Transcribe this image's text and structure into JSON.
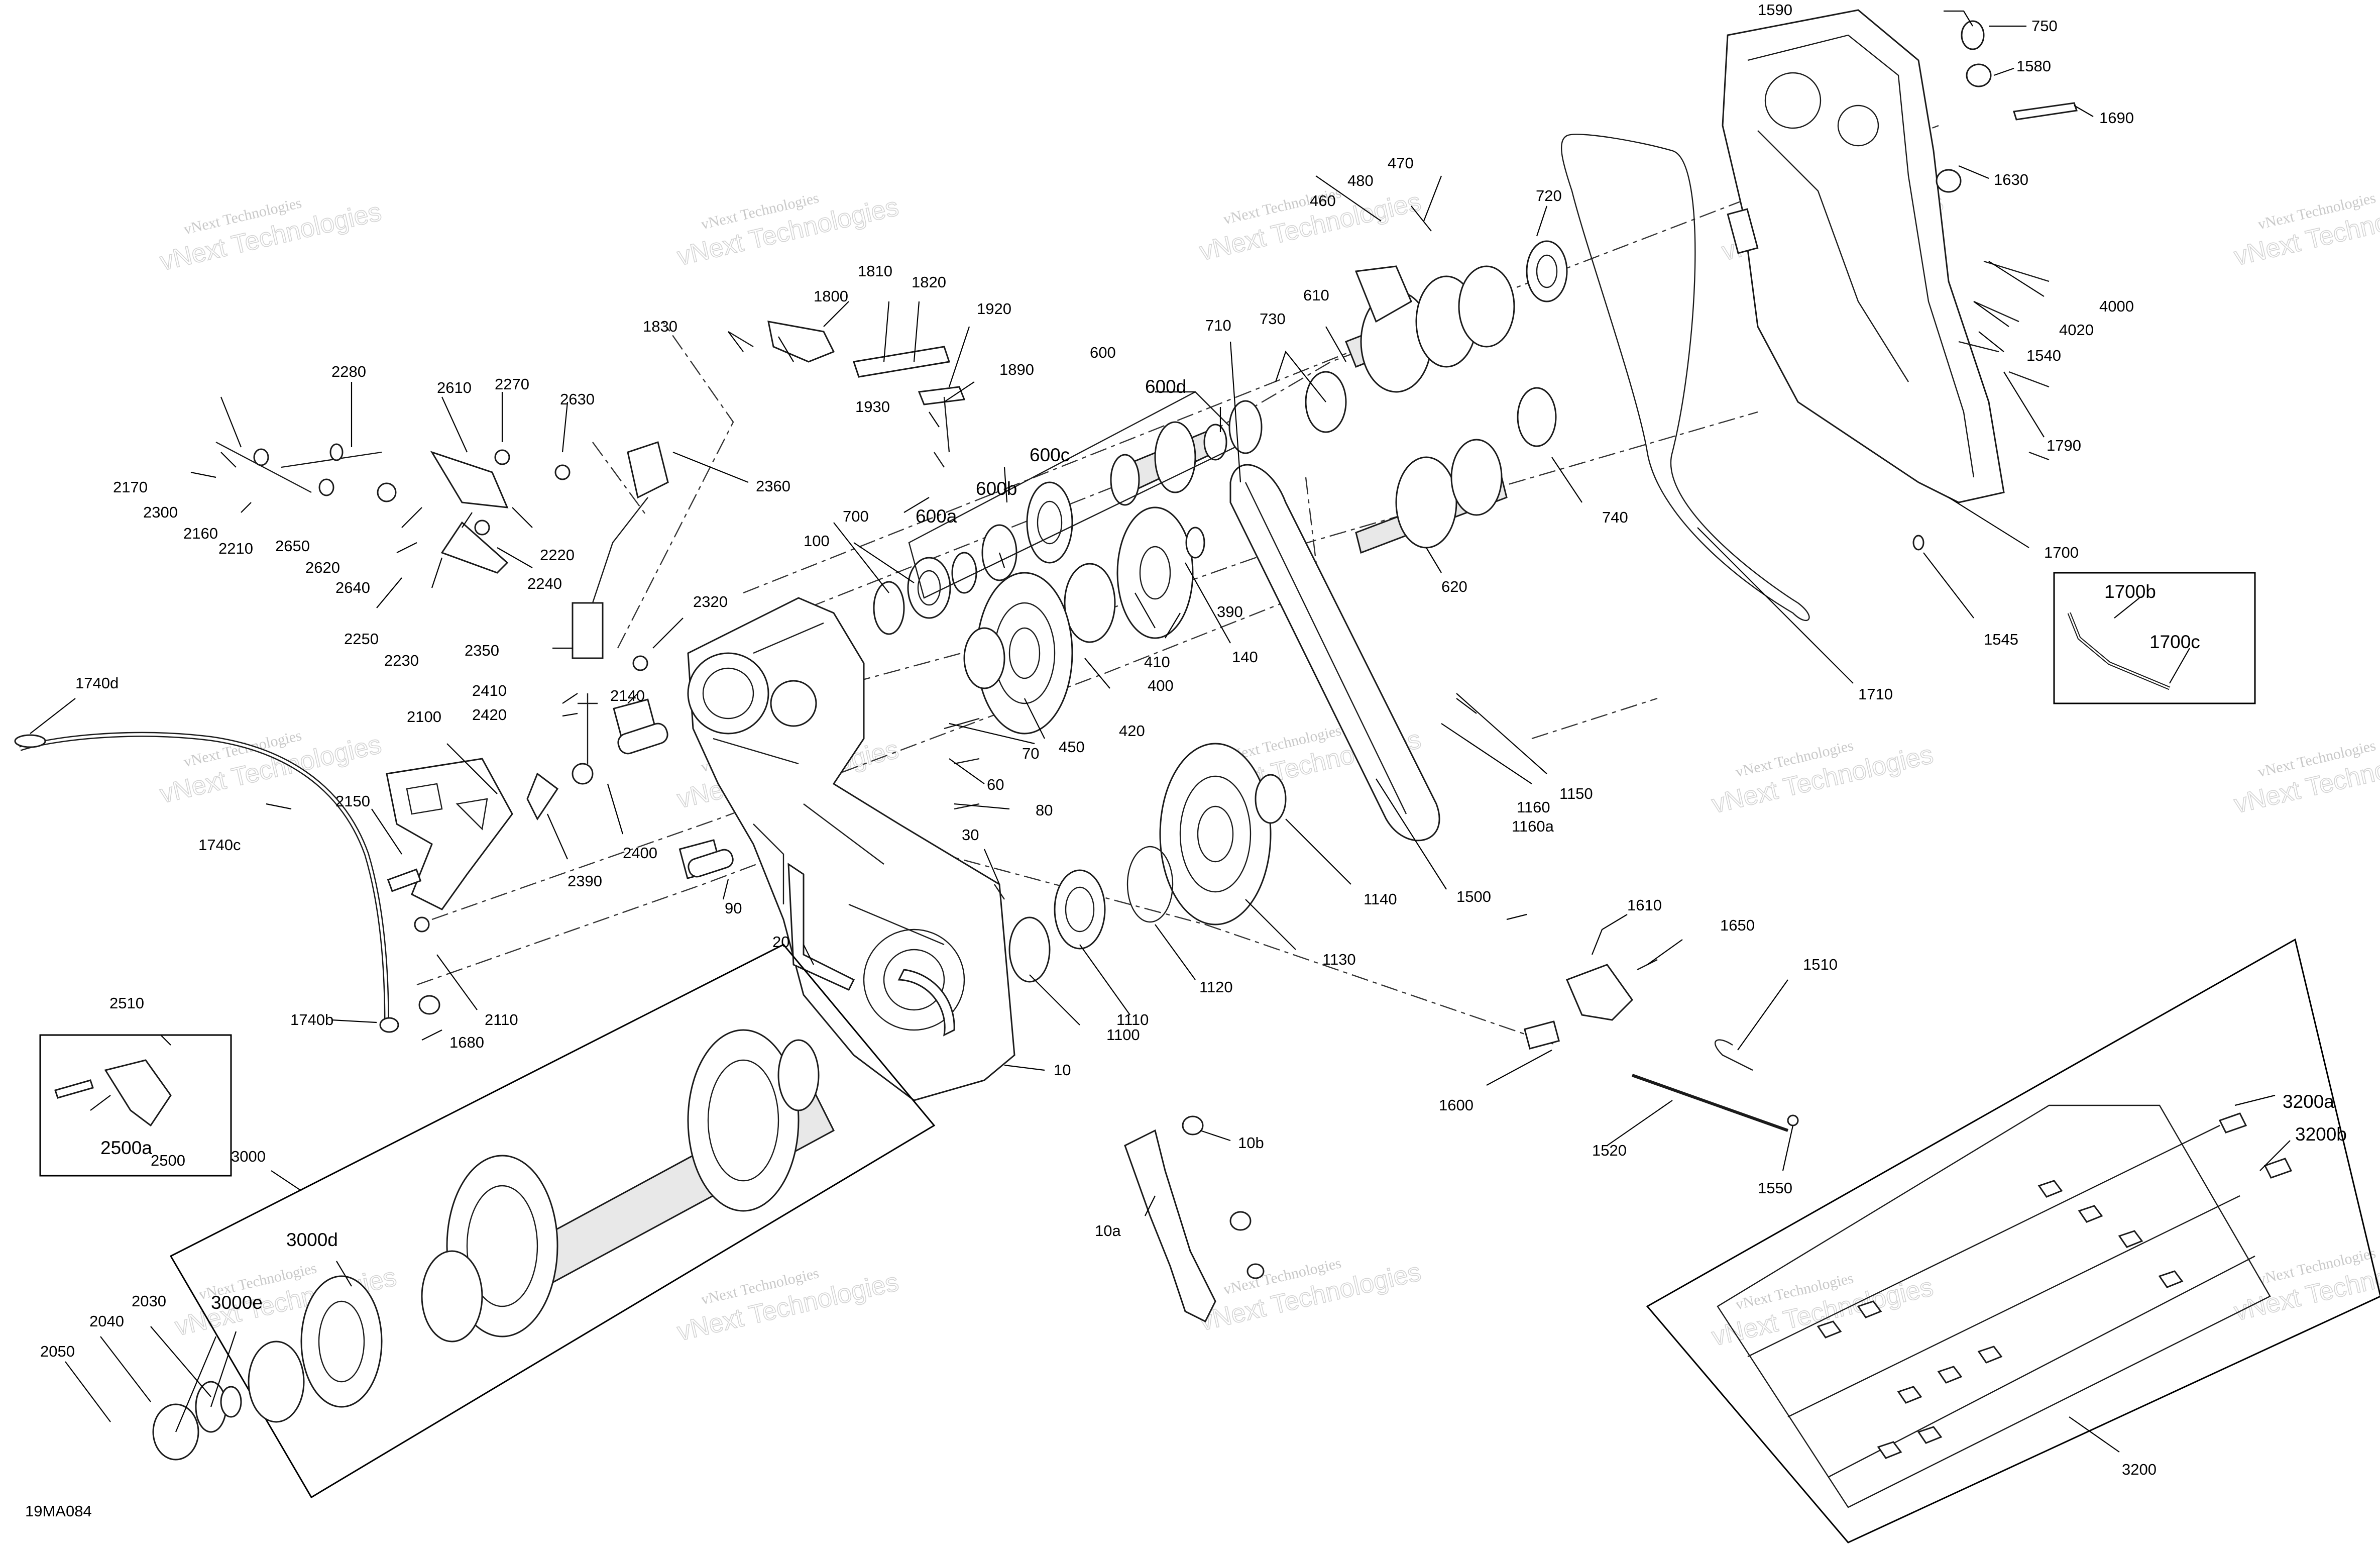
{
  "diagram_code": "19MA084",
  "watermark": {
    "line1": "vNext Technologies",
    "line2": "vNext Technologies"
  },
  "labels": {
    "l10": "10",
    "l10a": "10a",
    "l10b": "10b",
    "l20": "20",
    "l30": "30",
    "l60": "60",
    "l70": "70",
    "l80": "80",
    "l90": "90",
    "l100": "100",
    "l140": "140",
    "l390": "390",
    "l400": "400",
    "l410": "410",
    "l420": "420",
    "l450": "450",
    "l460": "460",
    "l470": "470",
    "l480": "480",
    "l600": "600",
    "l600a": "600a",
    "l600b": "600b",
    "l600c": "600c",
    "l600d": "600d",
    "l610": "610",
    "l620": "620",
    "l700": "700",
    "l710": "710",
    "l720": "720",
    "l730": "730",
    "l740": "740",
    "l1100": "1100",
    "l1110": "1110",
    "l1120": "1120",
    "l1130": "1130",
    "l1140": "1140",
    "l1150": "1150",
    "l1160": "1160",
    "l1160a": "1160a",
    "l1500": "1500",
    "l1510": "1510",
    "l1520": "1520",
    "l1540": "1540",
    "l1545": "1545",
    "l1550": "1550",
    "l1580": "1580",
    "l1590": "1590",
    "l1600": "1600",
    "l1610": "1610",
    "l1630": "1630",
    "l1650": "1650",
    "l1680": "1680",
    "l1690": "1690",
    "l1700": "1700",
    "l1700b": "1700b",
    "l1700c": "1700c",
    "l1710": "1710",
    "l1740b": "1740b",
    "l1740c": "1740c",
    "l1740d": "1740d",
    "l1790": "1790",
    "l1800": "1800",
    "l1810": "1810",
    "l1820": "1820",
    "l1830": "1830",
    "l1890": "1890",
    "l1920": "1920",
    "l1930": "1930",
    "l2030": "2030",
    "l2040": "2040",
    "l2050": "2050",
    "l2100": "2100",
    "l2110": "2110",
    "l2140": "2140",
    "l2150": "2150",
    "l2160": "2160",
    "l2170": "2170",
    "l2210": "2210",
    "l2220": "2220",
    "l2230": "2230",
    "l2240": "2240",
    "l2250": "2250",
    "l2270": "2270",
    "l2280": "2280",
    "l2300": "2300",
    "l2320": "2320",
    "l2350": "2350",
    "l2360": "2360",
    "l2390": "2390",
    "l2400": "2400",
    "l2410": "2410",
    "l2420": "2420",
    "l2500": "2500",
    "l2500a": "2500a",
    "l2510": "2510",
    "l2610": "2610",
    "l2620": "2620",
    "l2630": "2630",
    "l2640": "2640",
    "l2650": "2650",
    "l3000": "3000",
    "l3000d": "3000d",
    "l3000e": "3000e",
    "l3200": "3200",
    "l3200a": "3200a",
    "l3200b": "3200b",
    "l4000": "4000",
    "l4020": "4020",
    "l750": "750"
  }
}
